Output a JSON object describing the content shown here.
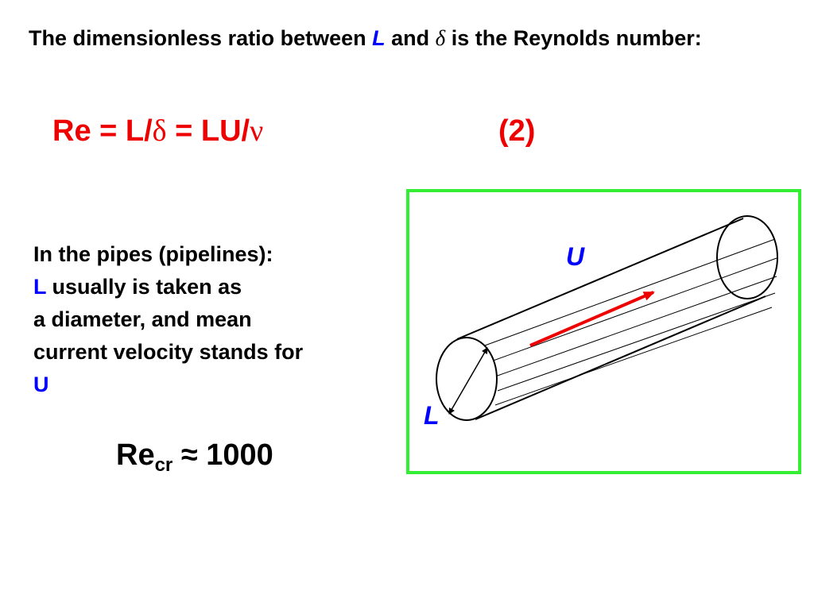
{
  "intro": {
    "part1": "The dimensionless ratio between",
    "L": "L",
    "part2": "and",
    "delta": "δ",
    "part3": "is the Reynolds number:"
  },
  "equation": {
    "text_a": "Re = L/",
    "delta": "δ",
    "text_b": " = LU/",
    "nu": "ν",
    "number": "(2)"
  },
  "pipes": {
    "line1": "In the pipes (pipelines):",
    "L": "L",
    "line2": "usually is taken as",
    "line3": "a diameter, and mean",
    "line4": "current velocity stands for",
    "U": "U"
  },
  "critical": {
    "re": "Re",
    "sub": "cr",
    "relation": "≈ 1000"
  },
  "diagram": {
    "velocity_label": "U",
    "diameter_label": "L",
    "colors": {
      "frame": "#33ee33",
      "arrow": "#ee0000",
      "label": "#0000ff"
    }
  }
}
